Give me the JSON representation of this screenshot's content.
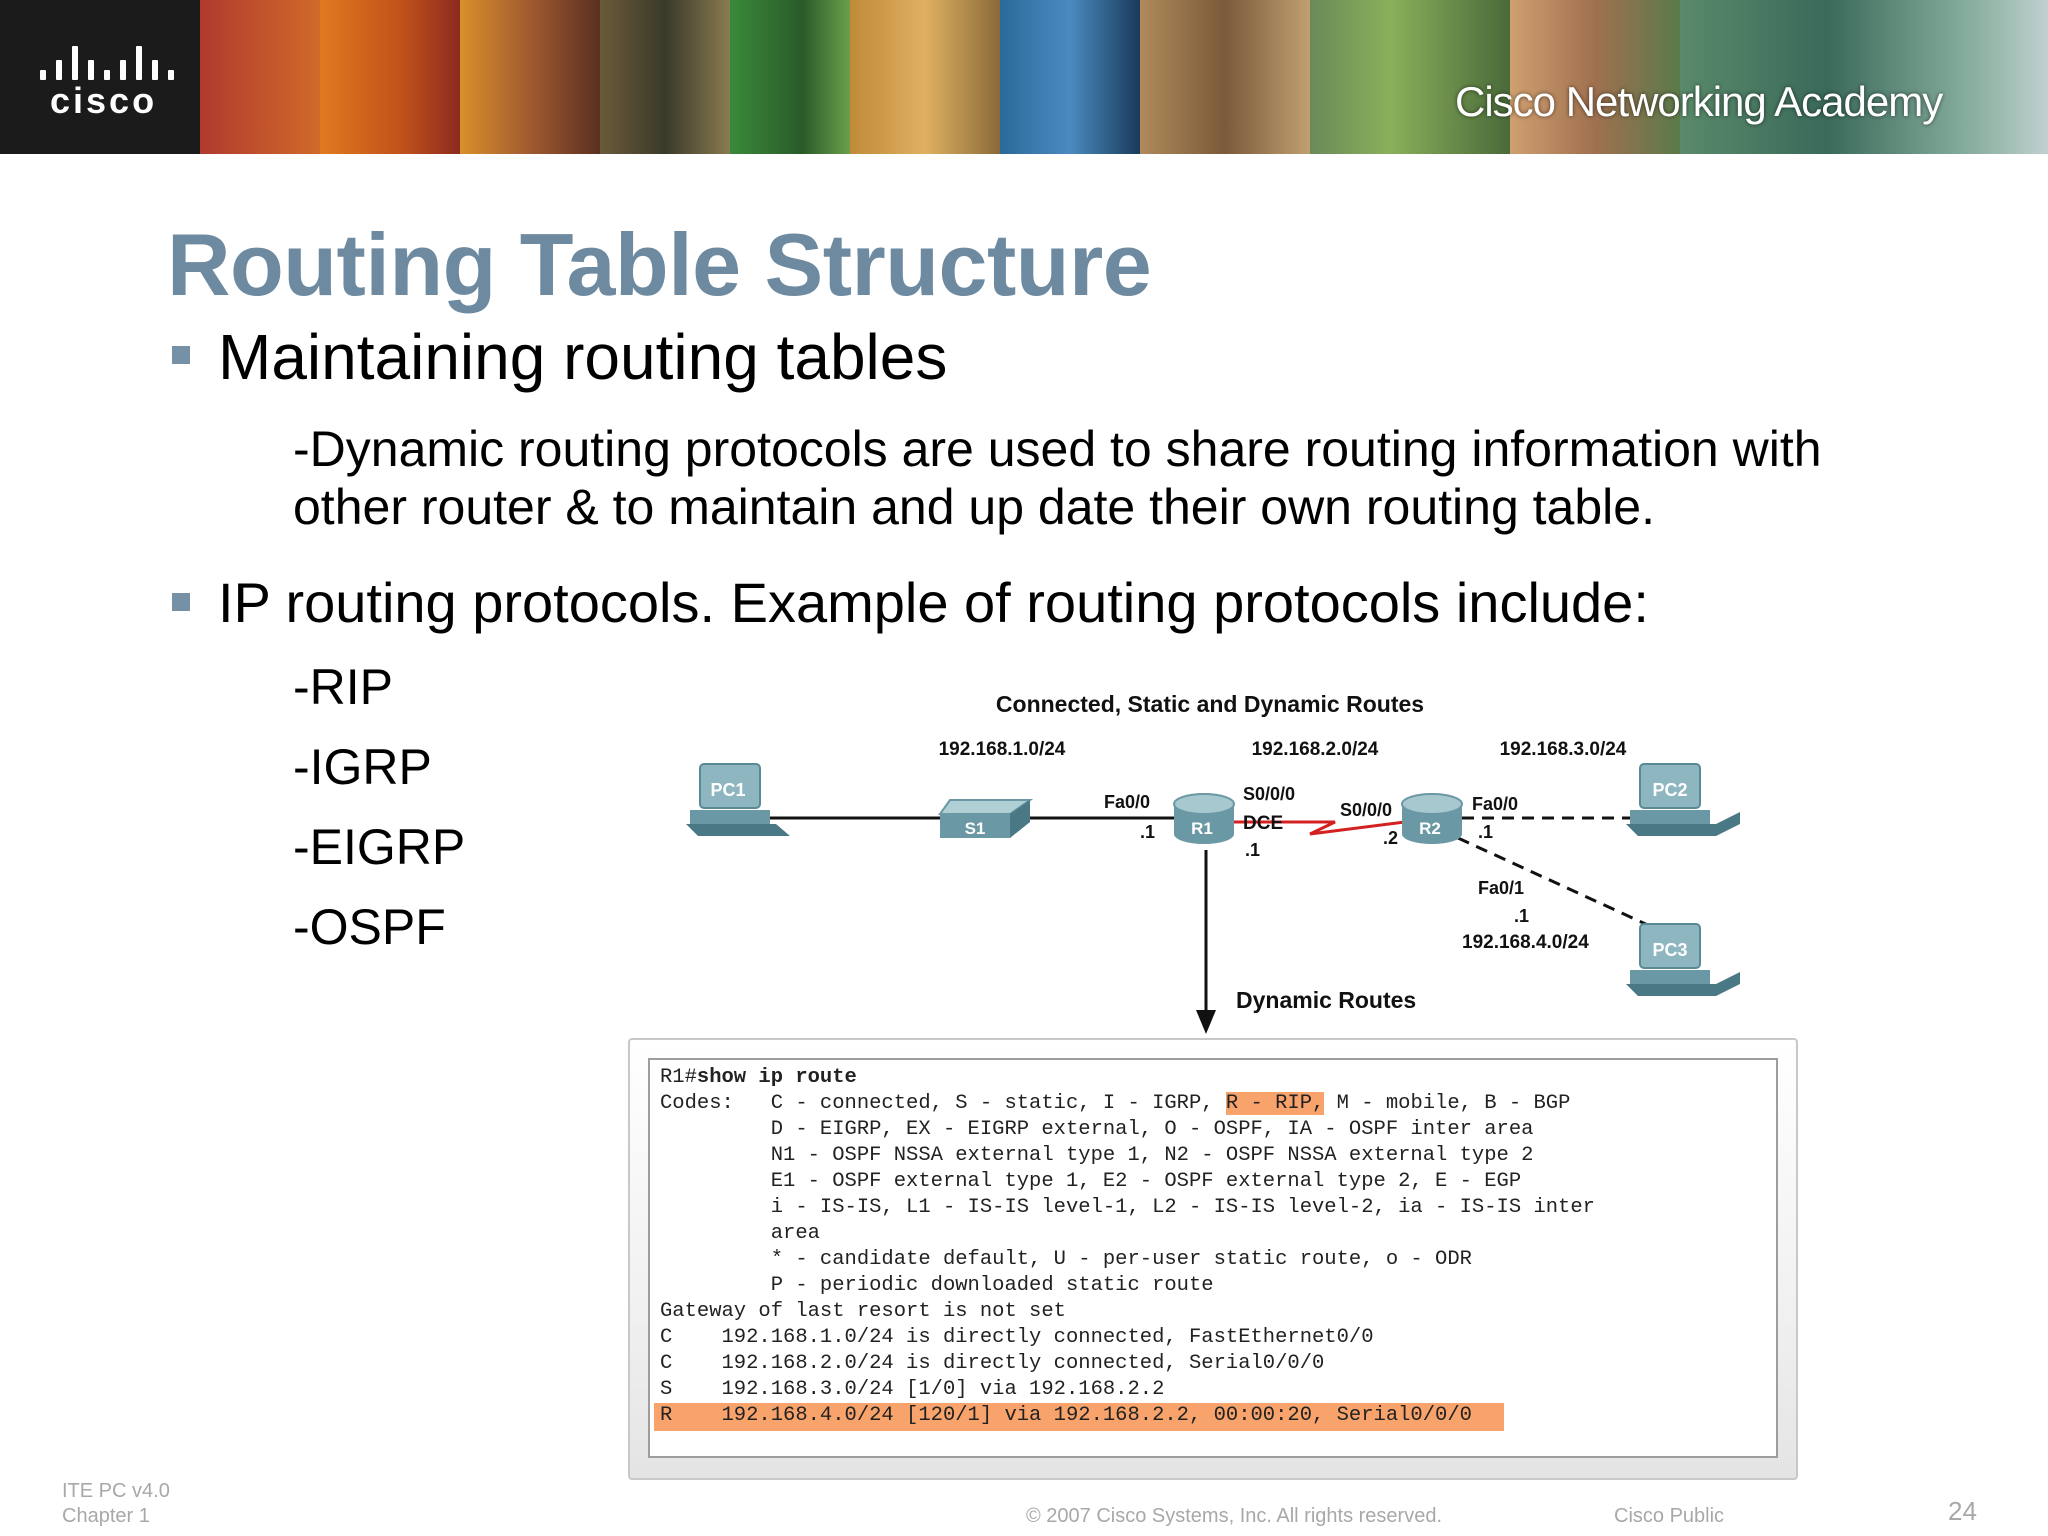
{
  "banner": {
    "logo_text": "cisco",
    "academy_text": "Cisco Networking Academy"
  },
  "slide": {
    "title": "Routing Table Structure",
    "bullet1": "Maintaining routing tables",
    "bullet1_sub_line1": "-Dynamic routing protocols are used to share routing information with",
    "bullet1_sub_line2": "other router & to maintain and up date their own routing table.",
    "bullet2": "IP routing protocols. Example of routing protocols include:",
    "protocols": [
      "-RIP",
      "-IGRP",
      "-EIGRP",
      "-OSPF"
    ]
  },
  "diagram": {
    "title": "Connected, Static and Dynamic Routes",
    "net1": "192.168.1.0/24",
    "net2": "192.168.2.0/24",
    "net3": "192.168.3.0/24",
    "net4": "192.168.4.0/24",
    "pc1": "PC1",
    "pc2": "PC2",
    "pc3": "PC3",
    "s1": "S1",
    "r1": "R1",
    "r2": "R2",
    "r1_fa": "Fa0/0",
    "r1_fa_ip": ".1",
    "r1_s0": "S0/0/0",
    "r1_dce": "DCE",
    "r1_s0_ip": ".1",
    "r2_s0": "S0/0/0",
    "r2_s0_ip": ".2",
    "r2_fa0": "Fa0/0",
    "r2_fa0_ip": ".1",
    "r2_fa1": "Fa0/1",
    "r2_fa1_ip": ".1",
    "dynamic_label": "Dynamic Routes"
  },
  "terminal": {
    "prompt": "R1#",
    "command": "show ip route",
    "codes_1_pre": "Codes:   C - connected, S - static, I - IGRP, ",
    "codes_1_hl": "R - RIP,",
    "codes_1_post": " M - mobile, B - BGP",
    "codes_2": "         D - EIGRP, EX - EIGRP external, O - OSPF, IA - OSPF inter area",
    "codes_3": "         N1 - OSPF NSSA external type 1, N2 - OSPF NSSA external type 2",
    "codes_4": "         E1 - OSPF external type 1, E2 - OSPF external type 2, E - EGP",
    "codes_5": "         i - IS-IS, L1 - IS-IS level-1, L2 - IS-IS level-2, ia - IS-IS inter",
    "codes_6": "         area",
    "codes_7": "         * - candidate default, U - per-user static route, o - ODR",
    "codes_8": "         P - periodic downloaded static route",
    "gateway": "Gateway of last resort is not set",
    "route1": "C    192.168.1.0/24 is directly connected, FastEthernet0/0",
    "route2": "C    192.168.2.0/24 is directly connected, Serial0/0/0",
    "route3": "S    192.168.3.0/24 [1/0] via 192.168.2.2",
    "route4": "R    192.168.4.0/24 [120/1] via 192.168.2.2, 00:00:20, Serial0/0/0"
  },
  "footer": {
    "course": "ITE PC v4.0",
    "chapter": "Chapter 1",
    "copyright": "© 2007 Cisco Systems, Inc. All rights reserved.",
    "classification": "Cisco Public",
    "page": "24"
  }
}
